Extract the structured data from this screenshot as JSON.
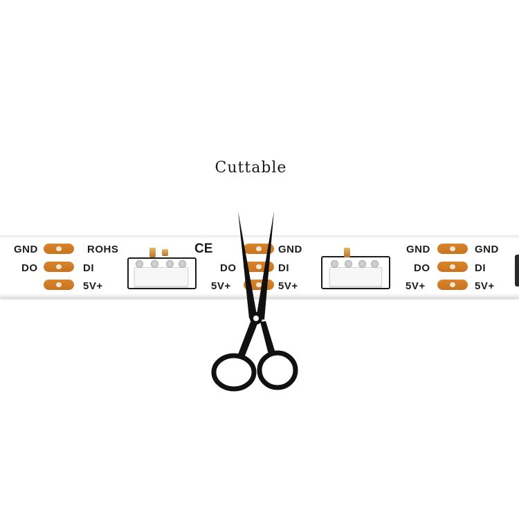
{
  "caption": "Cuttable",
  "strip_labels": {
    "gnd": "GND",
    "do": "DO",
    "di": "DI",
    "v5": "5V+",
    "rohs": "ROHS",
    "ce": "CE"
  },
  "icons": {
    "scissors": "scissors-icon",
    "ce": "ce-mark-icon"
  },
  "colors": {
    "pad": "#c8731f",
    "strip": "#ffffff",
    "text": "#1c1c1c"
  }
}
